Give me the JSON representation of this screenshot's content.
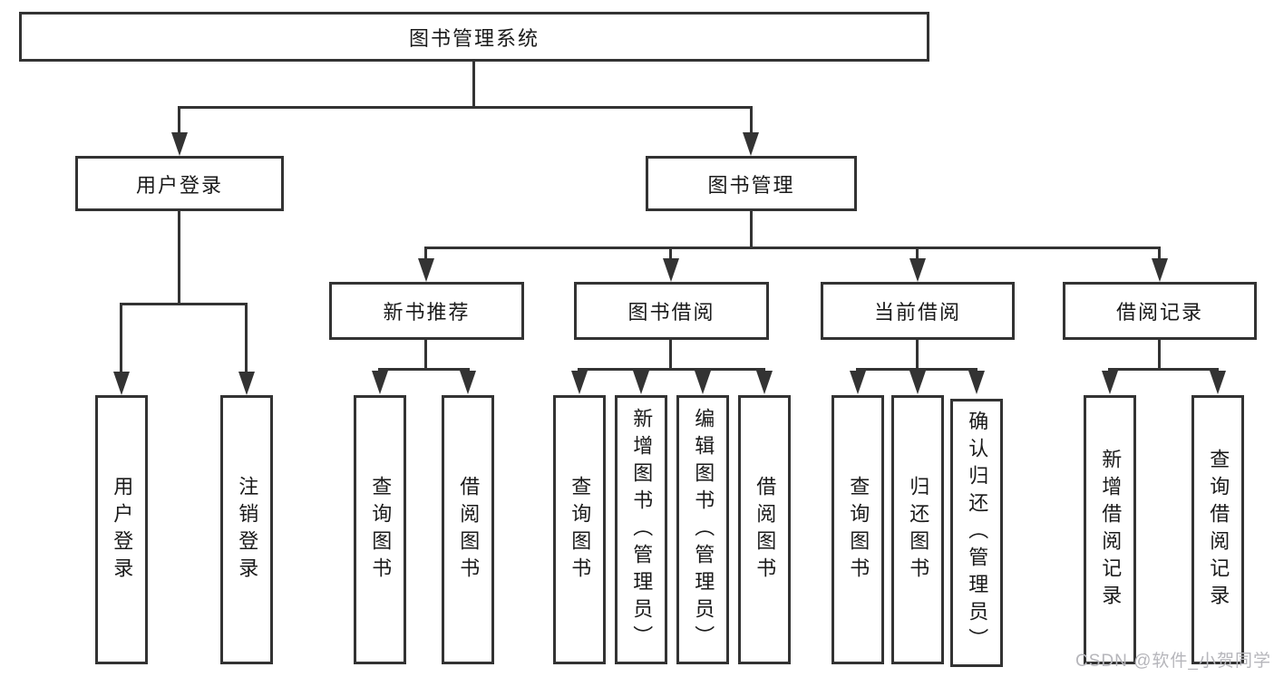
{
  "tree": {
    "label": "图书管理系统",
    "children": [
      {
        "label": "用户登录",
        "children": [
          {
            "label": "用户登录"
          },
          {
            "label": "注销登录"
          }
        ]
      },
      {
        "label": "图书管理",
        "children": [
          {
            "label": "新书推荐",
            "children": [
              {
                "label": "查询图书"
              },
              {
                "label": "借阅图书"
              }
            ]
          },
          {
            "label": "图书借阅",
            "children": [
              {
                "label": "查询图书"
              },
              {
                "label": "新增图书（管理员）"
              },
              {
                "label": "编辑图书（管理员）"
              },
              {
                "label": "借阅图书"
              }
            ]
          },
          {
            "label": "当前借阅",
            "children": [
              {
                "label": "查询图书"
              },
              {
                "label": "归还图书"
              },
              {
                "label": "确认归还（管理员）"
              }
            ]
          },
          {
            "label": "借阅记录",
            "children": [
              {
                "label": "新增借阅记录"
              },
              {
                "label": "查询借阅记录"
              }
            ]
          }
        ]
      }
    ]
  },
  "watermark": {
    "text": "CSDN @软件_小贺同学"
  },
  "colors": {
    "line": "#333333",
    "box_border": "#333333",
    "text": "#1a1a1a",
    "watermark_text": "#b6b6bb",
    "background": "#ffffff"
  }
}
